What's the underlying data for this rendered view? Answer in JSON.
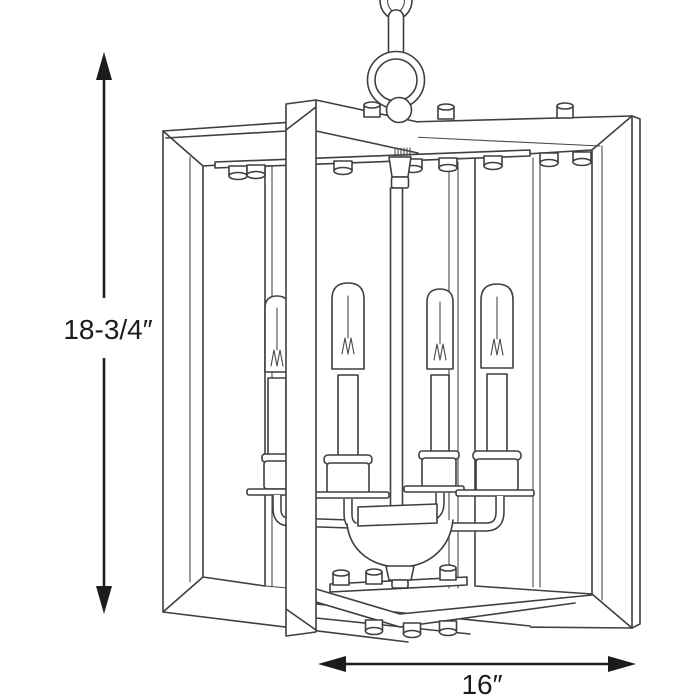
{
  "diagram": {
    "type": "product-dimension-line-drawing",
    "subject": "four-light open cage chandelier pendant hanging from a chain",
    "bulb_count": 4,
    "dimensions": {
      "height": {
        "label": "18-3/4″",
        "orientation": "vertical"
      },
      "width": {
        "label": "16″",
        "orientation": "horizontal"
      }
    },
    "colors": {
      "background": "#ffffff",
      "artwork_line": "#3f3f3f",
      "dimension_ink": "#1c1c1c"
    }
  }
}
